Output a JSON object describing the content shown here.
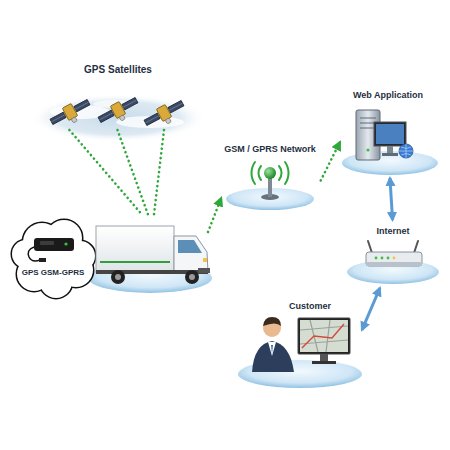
{
  "diagram": {
    "nodes": [
      {
        "text": [
          "GPS Satellites"
        ]
      },
      {
        "text": [
          "GPS GSM-GPRS"
        ]
      },
      {
        "text": [
          "GSM / GPRS Network"
        ]
      },
      {
        "text": [
          "Web Application"
        ]
      },
      {
        "text": [
          "Internet"
        ]
      },
      {
        "text": [
          "Customer"
        ]
      }
    ],
    "edges": [
      {
        "from": 0,
        "to": 1,
        "arrow": "none"
      },
      {
        "from": 0,
        "to": 1,
        "arrow": "none"
      },
      {
        "from": 0,
        "to": 1,
        "arrow": "none"
      },
      {
        "from": 1,
        "to": 2,
        "arrow": "to"
      },
      {
        "from": 2,
        "to": 3,
        "arrow": "to"
      },
      {
        "from": 3,
        "to": 4,
        "arrow": "both"
      },
      {
        "from": 4,
        "to": 5,
        "arrow": "both"
      }
    ]
  }
}
